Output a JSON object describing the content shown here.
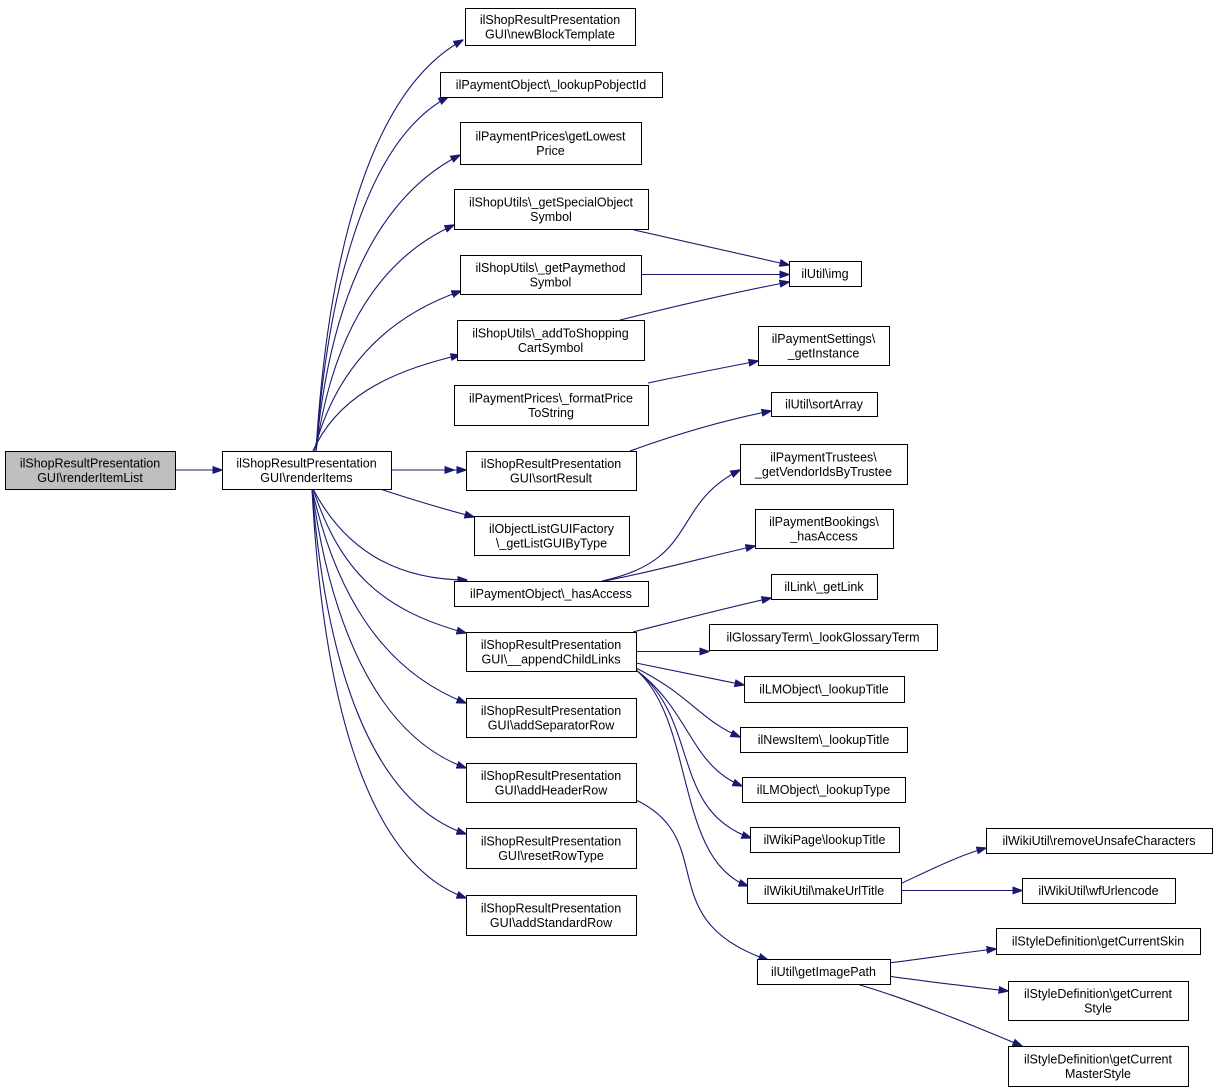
{
  "diagram": {
    "type": "call-graph",
    "colors": {
      "edge": "#191970",
      "root_fill": "#bfbfbf",
      "node_fill": "#ffffff",
      "border": "#000000"
    },
    "nodes": [
      {
        "id": "renderItemList",
        "lines": [
          "ilShopResultPresentation",
          "GUI\\renderItemList"
        ],
        "root": true
      },
      {
        "id": "renderItems",
        "lines": [
          "ilShopResultPresentation",
          "GUI\\renderItems"
        ]
      },
      {
        "id": "newBlockTemplate",
        "lines": [
          "ilShopResultPresentation",
          "GUI\\newBlockTemplate"
        ]
      },
      {
        "id": "lookupPobjectId",
        "lines": [
          "ilPaymentObject\\_lookupPobjectId"
        ]
      },
      {
        "id": "getLowestPrice",
        "lines": [
          "ilPaymentPrices\\getLowest",
          "Price"
        ]
      },
      {
        "id": "getSpecialObjectSymbol",
        "lines": [
          "ilShopUtils\\_getSpecialObject",
          "Symbol"
        ]
      },
      {
        "id": "getPaymethodSymbol",
        "lines": [
          "ilShopUtils\\_getPaymethod",
          "Symbol"
        ]
      },
      {
        "id": "addToShoppingCartSymbol",
        "lines": [
          "ilShopUtils\\_addToShopping",
          "CartSymbol"
        ]
      },
      {
        "id": "formatPriceToString",
        "lines": [
          "ilPaymentPrices\\_formatPrice",
          "ToString"
        ]
      },
      {
        "id": "sortResult",
        "lines": [
          "ilShopResultPresentation",
          "GUI\\sortResult"
        ]
      },
      {
        "id": "getListGUIByType",
        "lines": [
          "ilObjectListGUIFactory",
          "\\_getListGUIByType"
        ]
      },
      {
        "id": "hasAccessPO",
        "lines": [
          "ilPaymentObject\\_hasAccess"
        ]
      },
      {
        "id": "appendChildLinks",
        "lines": [
          "ilShopResultPresentation",
          "GUI\\__appendChildLinks"
        ]
      },
      {
        "id": "addSeparatorRow",
        "lines": [
          "ilShopResultPresentation",
          "GUI\\addSeparatorRow"
        ]
      },
      {
        "id": "addHeaderRow",
        "lines": [
          "ilShopResultPresentation",
          "GUI\\addHeaderRow"
        ]
      },
      {
        "id": "resetRowType",
        "lines": [
          "ilShopResultPresentation",
          "GUI\\resetRowType"
        ]
      },
      {
        "id": "addStandardRow",
        "lines": [
          "ilShopResultPresentation",
          "GUI\\addStandardRow"
        ]
      },
      {
        "id": "utilImg",
        "lines": [
          "ilUtil\\img"
        ]
      },
      {
        "id": "paymentSettingsGetInstance",
        "lines": [
          "ilPaymentSettings\\",
          "_getInstance"
        ]
      },
      {
        "id": "utilSortArray",
        "lines": [
          "ilUtil\\sortArray"
        ]
      },
      {
        "id": "getVendorIdsByTrustee",
        "lines": [
          "ilPaymentTrustees\\",
          "_getVendorIdsByTrustee"
        ]
      },
      {
        "id": "bookingsHasAccess",
        "lines": [
          "ilPaymentBookings\\",
          "_hasAccess"
        ]
      },
      {
        "id": "linkGetLink",
        "lines": [
          "ilLink\\_getLink"
        ]
      },
      {
        "id": "lookGlossaryTerm",
        "lines": [
          "ilGlossaryTerm\\_lookGlossaryTerm"
        ]
      },
      {
        "id": "lmLookupTitle",
        "lines": [
          "ilLMObject\\_lookupTitle"
        ]
      },
      {
        "id": "newsLookupTitle",
        "lines": [
          "ilNewsItem\\_lookupTitle"
        ]
      },
      {
        "id": "lmLookupType",
        "lines": [
          "ilLMObject\\_lookupType"
        ]
      },
      {
        "id": "wikiPageLookupTitle",
        "lines": [
          "ilWikiPage\\lookupTitle"
        ]
      },
      {
        "id": "makeUrlTitle",
        "lines": [
          "ilWikiUtil\\makeUrlTitle"
        ]
      },
      {
        "id": "removeUnsafeCharacters",
        "lines": [
          "ilWikiUtil\\removeUnsafeCharacters"
        ]
      },
      {
        "id": "wfUrlencode",
        "lines": [
          "ilWikiUtil\\wfUrlencode"
        ]
      },
      {
        "id": "getImagePath",
        "lines": [
          "ilUtil\\getImagePath"
        ]
      },
      {
        "id": "getCurrentSkin",
        "lines": [
          "ilStyleDefinition\\getCurrentSkin"
        ]
      },
      {
        "id": "getCurrentStyle",
        "lines": [
          "ilStyleDefinition\\getCurrent",
          "Style"
        ]
      },
      {
        "id": "getCurrentMasterStyle",
        "lines": [
          "ilStyleDefinition\\getCurrent",
          "MasterStyle"
        ]
      }
    ],
    "edges": [
      {
        "from": "renderItemList",
        "to": "renderItems"
      },
      {
        "from": "renderItems",
        "to": "newBlockTemplate"
      },
      {
        "from": "renderItems",
        "to": "lookupPobjectId"
      },
      {
        "from": "renderItems",
        "to": "getLowestPrice"
      },
      {
        "from": "renderItems",
        "to": "getSpecialObjectSymbol"
      },
      {
        "from": "renderItems",
        "to": "getPaymethodSymbol"
      },
      {
        "from": "renderItems",
        "to": "addToShoppingCartSymbol"
      },
      {
        "from": "renderItems",
        "to": "formatPriceToString"
      },
      {
        "from": "renderItems",
        "to": "sortResult"
      },
      {
        "from": "renderItems",
        "to": "getListGUIByType"
      },
      {
        "from": "renderItems",
        "to": "hasAccessPO"
      },
      {
        "from": "renderItems",
        "to": "appendChildLinks"
      },
      {
        "from": "renderItems",
        "to": "addSeparatorRow"
      },
      {
        "from": "renderItems",
        "to": "addHeaderRow"
      },
      {
        "from": "renderItems",
        "to": "resetRowType"
      },
      {
        "from": "renderItems",
        "to": "addStandardRow"
      },
      {
        "from": "getSpecialObjectSymbol",
        "to": "utilImg"
      },
      {
        "from": "getPaymethodSymbol",
        "to": "utilImg"
      },
      {
        "from": "addToShoppingCartSymbol",
        "to": "utilImg"
      },
      {
        "from": "formatPriceToString",
        "to": "paymentSettingsGetInstance"
      },
      {
        "from": "sortResult",
        "to": "utilSortArray"
      },
      {
        "from": "hasAccessPO",
        "to": "getVendorIdsByTrustee"
      },
      {
        "from": "hasAccessPO",
        "to": "bookingsHasAccess"
      },
      {
        "from": "appendChildLinks",
        "to": "linkGetLink"
      },
      {
        "from": "appendChildLinks",
        "to": "lookGlossaryTerm"
      },
      {
        "from": "appendChildLinks",
        "to": "lmLookupTitle"
      },
      {
        "from": "appendChildLinks",
        "to": "newsLookupTitle"
      },
      {
        "from": "appendChildLinks",
        "to": "lmLookupType"
      },
      {
        "from": "appendChildLinks",
        "to": "wikiPageLookupTitle"
      },
      {
        "from": "appendChildLinks",
        "to": "makeUrlTitle"
      },
      {
        "from": "makeUrlTitle",
        "to": "removeUnsafeCharacters"
      },
      {
        "from": "makeUrlTitle",
        "to": "wfUrlencode"
      },
      {
        "from": "addHeaderRow",
        "to": "getImagePath"
      },
      {
        "from": "getImagePath",
        "to": "getCurrentSkin"
      },
      {
        "from": "getImagePath",
        "to": "getCurrentStyle"
      },
      {
        "from": "getImagePath",
        "to": "getCurrentMasterStyle"
      }
    ]
  }
}
